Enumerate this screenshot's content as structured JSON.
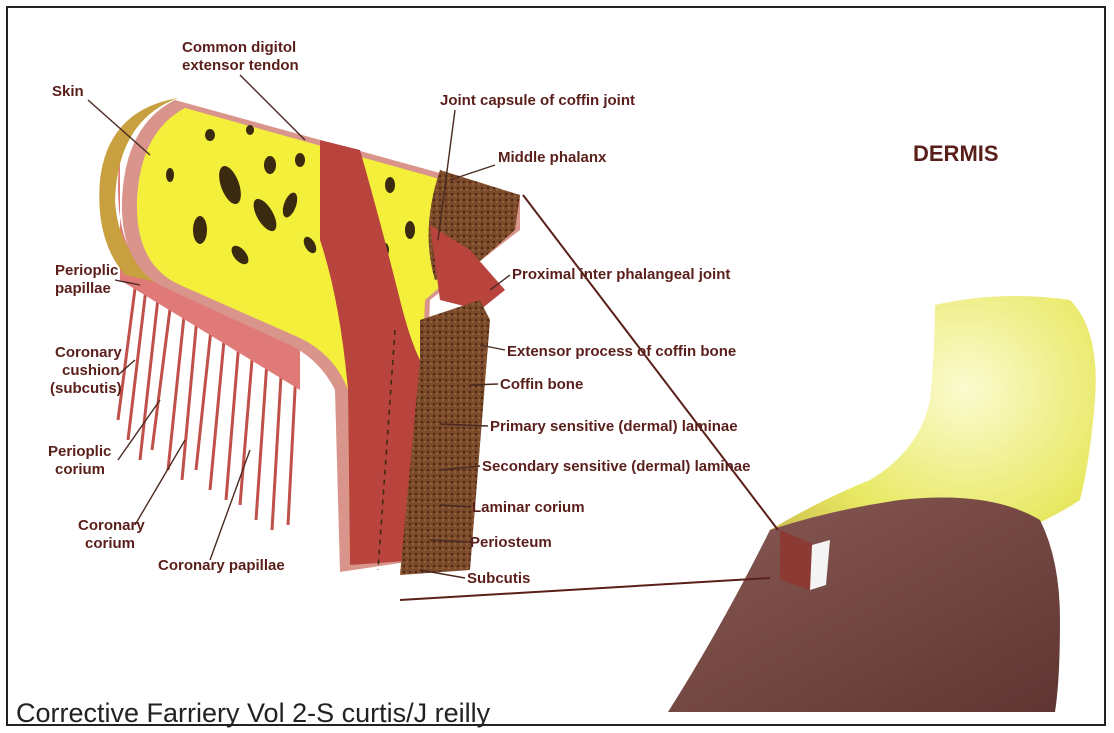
{
  "title": "DERMIS",
  "credit": "Corrective Farriery Vol 2-S curtis/J reilly",
  "labels": {
    "skin": "Skin",
    "common_digital_1": "Common digitol",
    "common_digital_2": "extensor tendon",
    "joint_capsule": "Joint capsule of coffin joint",
    "middle_phalanx": "Middle phalanx",
    "periople_1": "Perioplic",
    "periople_2": "papillae",
    "coronary_cushion_1": "Coronary",
    "coronary_cushion_2": "cushion",
    "coronary_cushion_3": "(subcutis)",
    "perioplic_corium_1": "Perioplic",
    "perioplic_corium_2": "corium",
    "coronary_corium_1": "Coronary",
    "coronary_corium_2": "corium",
    "coronary_papillae": "Coronary papillae",
    "proximal_joint": "Proximal inter phalangeal joint",
    "extensor_process": "Extensor process of coffin bone",
    "coffin_bone": "Coffin bone",
    "primary_laminae": "Primary sensitive (dermal) laminae",
    "secondary_laminae": "Secondary sensitive (dermal) laminae",
    "laminar_corium": "Laminar corium",
    "periosteum": "Periosteum",
    "subcutis": "Subcutis"
  },
  "colors": {
    "bone_yellow": "#f3ef3a",
    "tendon_red": "#b8443d",
    "hoof_brown": "#7a4a45",
    "label_text": "#5a1f1a"
  }
}
